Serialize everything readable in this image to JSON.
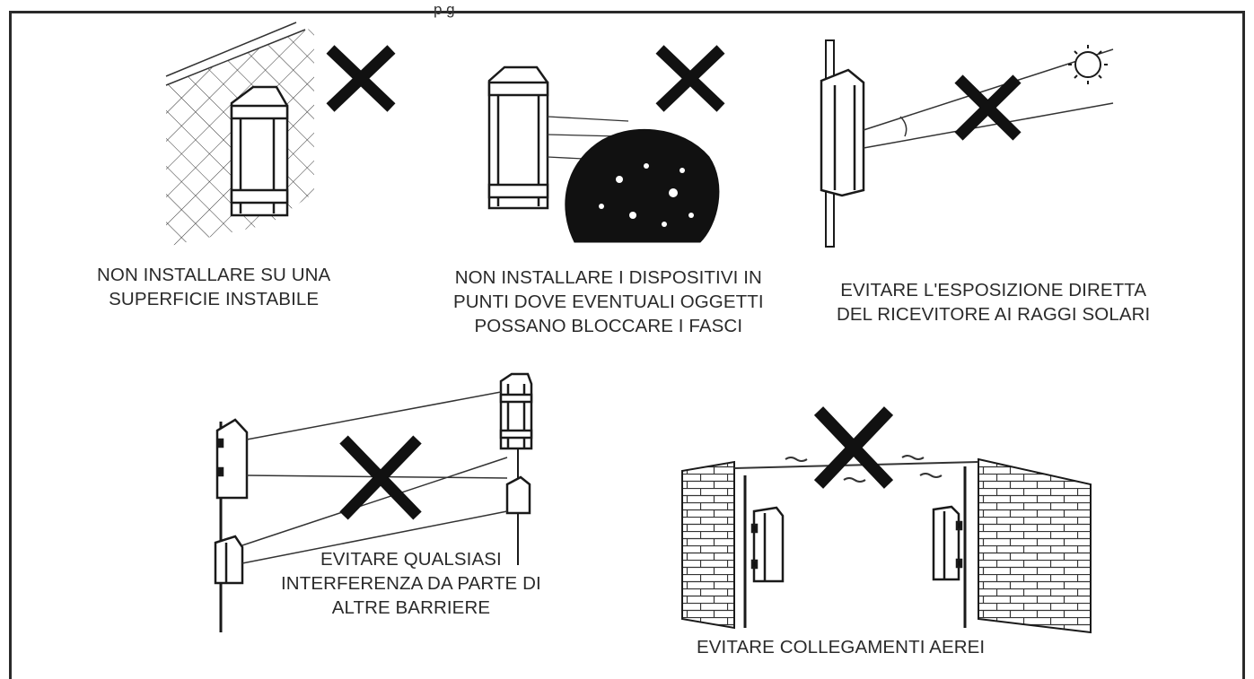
{
  "page": {
    "top_caption": "p                         g"
  },
  "warnings": [
    {
      "lines": [
        "NON INSTALLARE SU UNA",
        "SUPERFICIE INSTABILE"
      ]
    },
    {
      "lines": [
        "NON INSTALLARE I DISPOSITIVI IN",
        "PUNTI DOVE EVENTUALI OGGETTI",
        "POSSANO BLOCCARE I FASCI"
      ]
    },
    {
      "lines": [
        "EVITARE L'ESPOSIZIONE DIRETTA",
        "DEL RICEVITORE AI RAGGI SOLARI"
      ]
    },
    {
      "lines": [
        "EVITARE QUALSIASI",
        "INTERFERENZA DA PARTE DI",
        "ALTRE BARRIERE"
      ]
    },
    {
      "lines": [
        "EVITARE COLLEGAMENTI AEREI"
      ]
    }
  ],
  "icons": {
    "forbidden": "cross-mark-icon",
    "sun": "sun-icon"
  },
  "colors": {
    "ink": "#1a1a1a",
    "paper": "#ffffff"
  }
}
